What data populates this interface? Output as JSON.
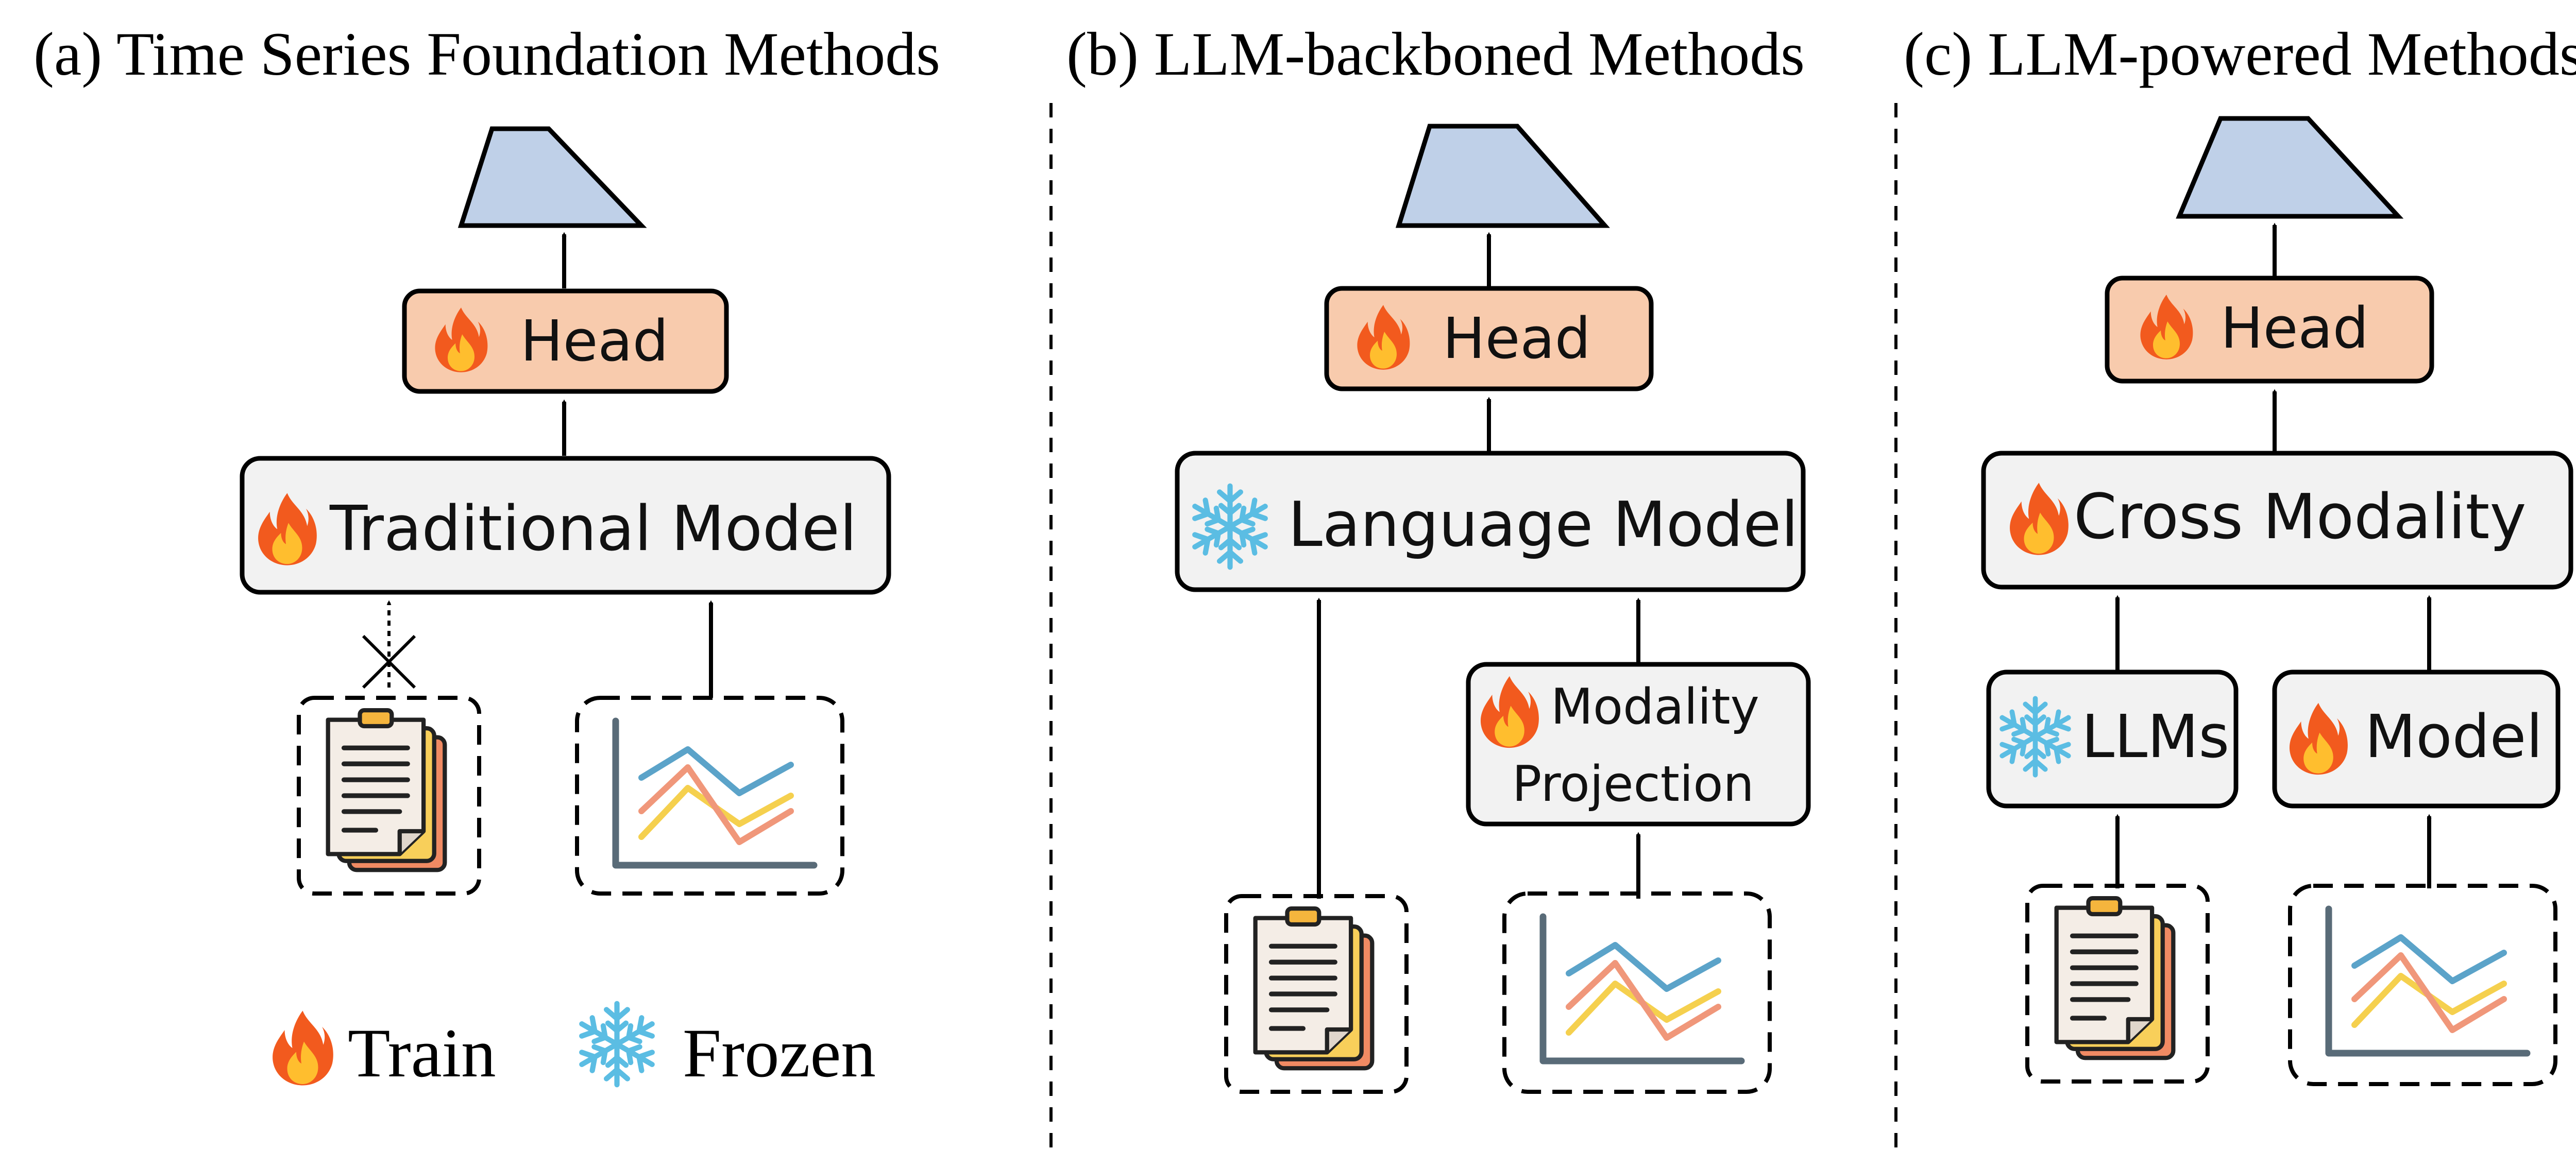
{
  "panels": [
    {
      "title": "(a) Time Series Foundation Methods",
      "head_label": "Head",
      "model_label": "Traditional Model"
    },
    {
      "title": "(b) LLM-backboned Methods",
      "head_label": "Head",
      "model_label": "Language Model",
      "projection_label_line1": "Modality",
      "projection_label_line2": "Projection"
    },
    {
      "title": "(c) LLM-powered Methods",
      "head_label": "Head",
      "model_label": "Cross Modality",
      "llm_label": "LLMs",
      "ts_model_label": "Model"
    }
  ],
  "legend": {
    "train_label": "Train",
    "frozen_label": "Frozen"
  },
  "icons": [
    "fire-icon",
    "snowflake-icon",
    "document-icon",
    "line-chart-icon",
    "output-trapezoid-icon"
  ],
  "colors": {
    "head_fill": "#f8cbad",
    "box_fill": "#f2f2f2",
    "trapezoid_fill": "#bfd0e8",
    "flame_outer": "#f25a1e",
    "flame_inner": "#ffbe2e",
    "snowflake": "#5bbde3",
    "chart_red": "#f0977a",
    "chart_yellow": "#f5d04e",
    "chart_blue": "#5ba3c9",
    "chart_axis": "#596b78"
  }
}
